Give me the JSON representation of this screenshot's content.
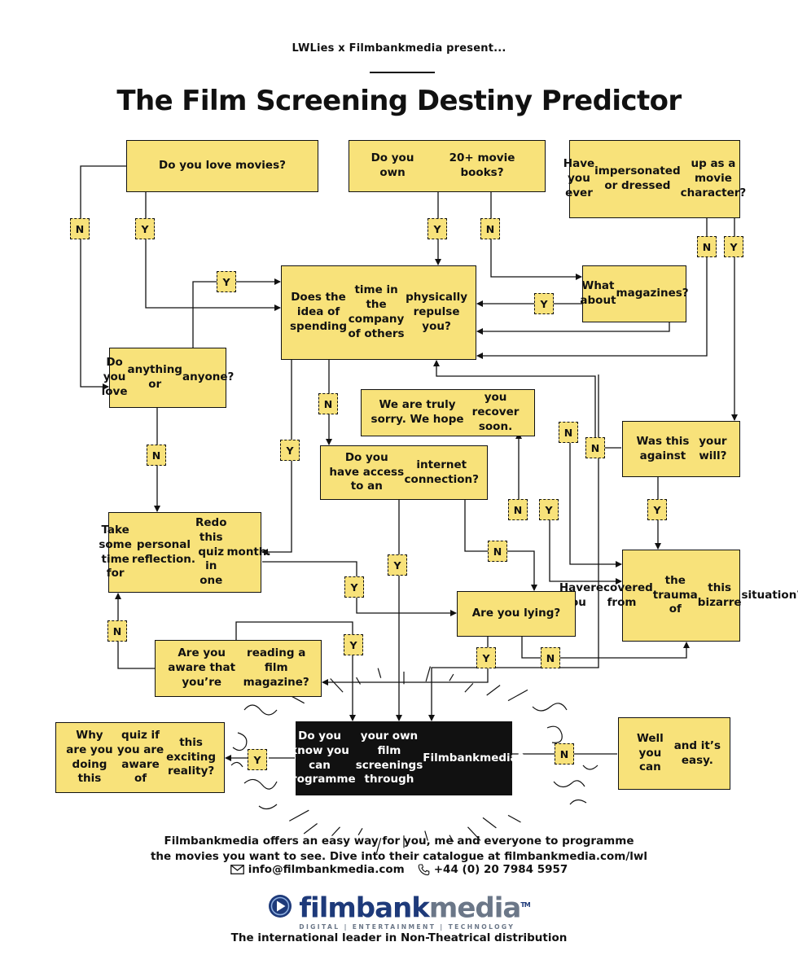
{
  "header": {
    "presenter": "LWLies x Filmbankmedia present...",
    "title": "The Film Screening Destiny Predictor"
  },
  "nodes": {
    "love_movies": [
      "Do you love movies?"
    ],
    "own_books": [
      "Do you own",
      "20+ movie books?"
    ],
    "impersonated": [
      "Have you ever",
      "impersonated or dressed",
      "up as a movie character?"
    ],
    "repulse": [
      "Does the idea of spending",
      "time in the company of others",
      "physically repulse you?"
    ],
    "magazines": [
      "What about",
      "magazines?"
    ],
    "love_anything": [
      "Do you love",
      "anything or",
      "anyone?"
    ],
    "sorry": [
      "We are truly sorry. We hope",
      "you recover soon."
    ],
    "against_will": [
      "Was this against",
      "your will?"
    ],
    "internet": [
      "Do you have access to an",
      "internet connection?"
    ],
    "reflection": [
      "Take some time for",
      "personal reflection.",
      "Redo this quiz in one",
      "month."
    ],
    "recovered": [
      "Have you",
      "recovered from",
      "the trauma of",
      "this bizarre",
      "situation?"
    ],
    "lying": [
      "Are you lying?"
    ],
    "aware_magazine": [
      "Are you aware that you’re",
      "reading a film magazine?"
    ],
    "programme": [
      "Do you know you can programme",
      "your own film screenings through",
      "Filmbankmedia?"
    ],
    "why_quiz": [
      "Why are you doing this",
      "quiz if you are aware of",
      "this exciting reality?"
    ],
    "well_you_can": [
      "Well you can",
      "and it’s easy."
    ]
  },
  "answers": {
    "yes": "Y",
    "no": "N"
  },
  "footer": {
    "line1": "Filmbankmedia offers an easy way for you, me and everyone to programme",
    "line2": "the movies you want to see. Dive into their catalogue at filmbankmedia.com/lwl",
    "email": "info@filmbankmedia.com",
    "phone": "+44 (0) 20 7984 5957",
    "logo_film": "film",
    "logo_bank": "bank",
    "logo_media": "media",
    "logo_tm": "TM",
    "logo_tagline": "DIGITAL | ENTERTAINMENT | TECHNOLOGY",
    "tagline": "The international leader in Non-Theatrical distribution"
  },
  "colors": {
    "box_fill": "#f8e27a",
    "outline": "#111111",
    "dark_box": "#111111",
    "logo_blue": "#1e3a7a",
    "logo_grey": "#6b7788"
  },
  "icons": {
    "email": "envelope-icon",
    "phone": "phone-icon",
    "logo": "play-circle-icon"
  }
}
